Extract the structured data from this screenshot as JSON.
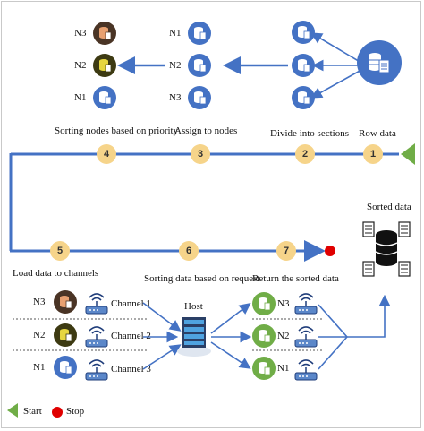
{
  "steps": {
    "s1": {
      "num": "1",
      "label": "Row data"
    },
    "s2": {
      "num": "2",
      "label": "Divide into sections"
    },
    "s3": {
      "num": "3",
      "label": "Assign to nodes"
    },
    "s4": {
      "num": "4",
      "label": "Sorting nodes based on priority"
    },
    "s5": {
      "num": "5",
      "label": "Load data to channels"
    },
    "s6": {
      "num": "6",
      "label": "Sorting data based on request"
    },
    "s7": {
      "num": "7",
      "label": "Return the sorted data"
    }
  },
  "nodes": {
    "priority": [
      "N3",
      "N2",
      "N1"
    ],
    "assign": [
      "N1",
      "N2",
      "N3"
    ],
    "load": [
      "N3",
      "N2",
      "N1"
    ],
    "return": [
      "N3",
      "N2",
      "N1"
    ]
  },
  "channels": [
    "Channel 1",
    "Channel 2",
    "Channel 3"
  ],
  "host_label": "Host",
  "sorted_label": "Sorted data",
  "legend": {
    "start": "Start",
    "stop": "Stop"
  },
  "colors": {
    "flow_line": "#4472c4",
    "step_circle": "#f6d48a",
    "start": "#70ad47",
    "stop": "#e00000",
    "node_blue": "#4472c4",
    "node_brown": "#4a3425",
    "node_olive": "#3d3a12",
    "node_green": "#70ad47"
  }
}
